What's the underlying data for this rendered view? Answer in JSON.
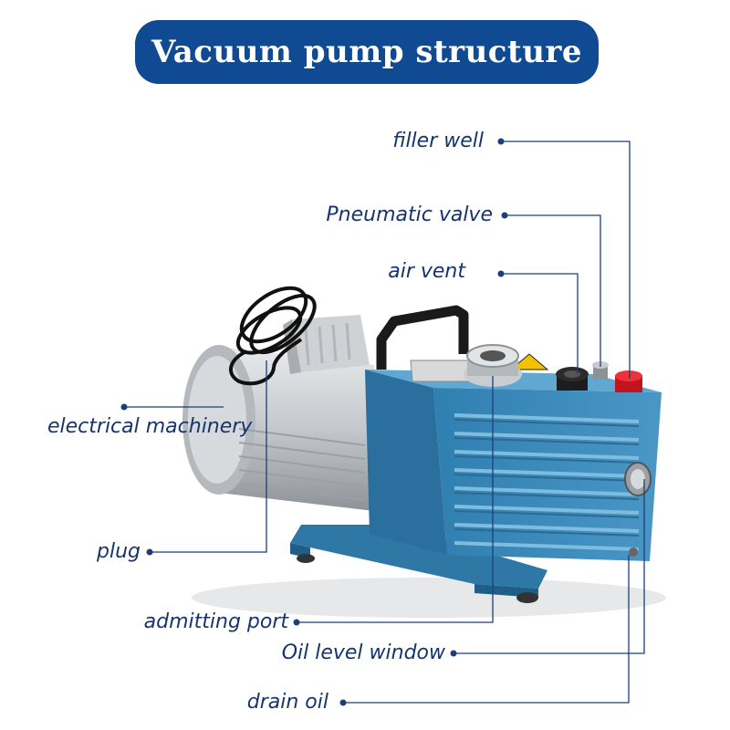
{
  "title": "Vacuum pump structure",
  "labels": {
    "filler_well": "filler well",
    "pneumatic_valve": "Pneumatic valve",
    "air_vent": "air vent",
    "electrical_machinery": "electrical machinery",
    "plug": "plug",
    "admitting_port": "admitting port",
    "oil_level_window": "Oil level window",
    "drain_oil": "drain oil"
  },
  "colors": {
    "title_bg": "#0f4a93",
    "label_text": "#16356d",
    "leader_line": "#1c3f7a",
    "pump_body": "#3d8bbb",
    "motor_body": "#c9ccd0",
    "cap_red": "#e0202c"
  }
}
